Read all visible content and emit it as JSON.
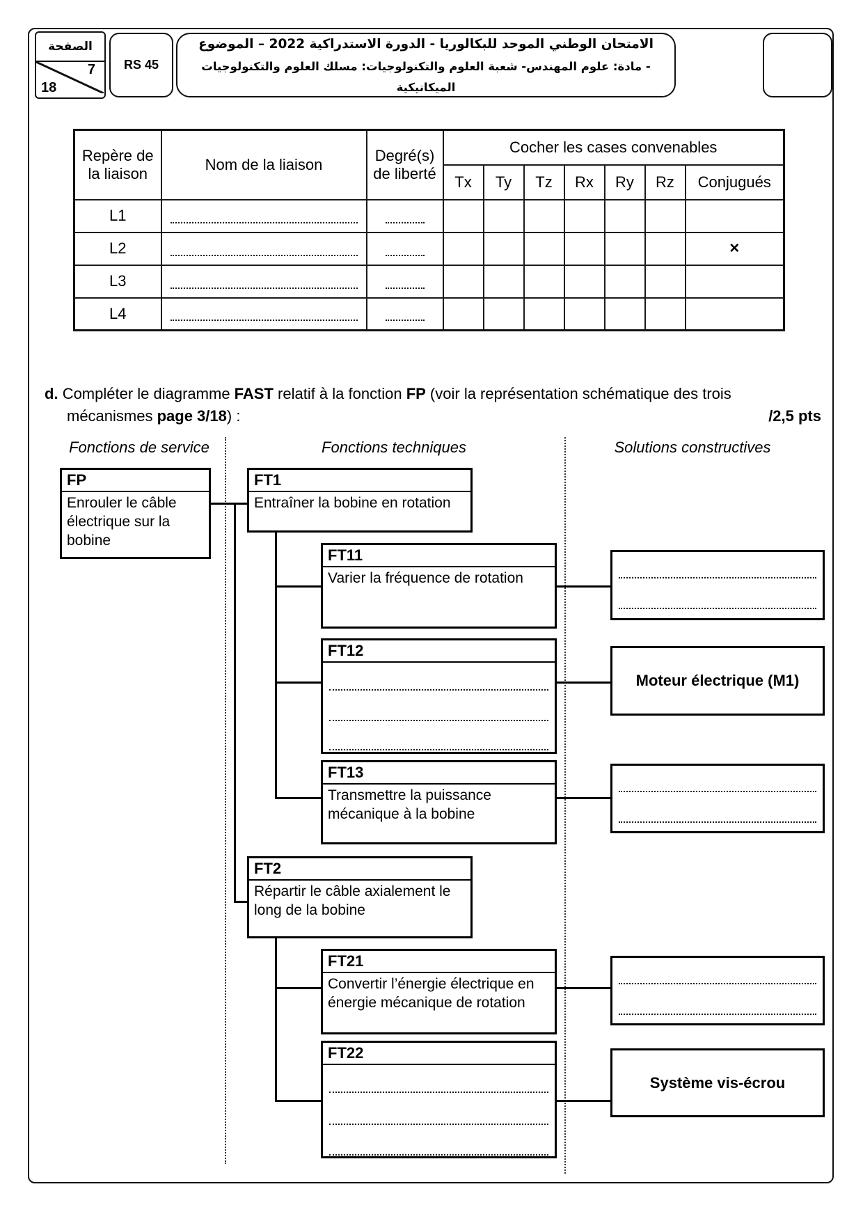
{
  "header": {
    "page_word": "الصفحة",
    "page_current": "7",
    "page_total": "18",
    "code": "RS 45",
    "title_line1": "الامتحان الوطني الموحد للبكالوريا - الدورة الاستدراكية 2022 – الموضوع",
    "title_line2": "- مادة: علوم المهندس- شعبة العلوم والتكنولوجيات: مسلك العلوم والتكنولوجيات الميكانيكية"
  },
  "table": {
    "col_repere": "Repère de la liaison",
    "col_nom": "Nom de la liaison",
    "col_degre": "Degré(s) de liberté",
    "col_group": "Cocher les cases convenables",
    "dof_headers": [
      "Tx",
      "Ty",
      "Tz",
      "Rx",
      "Ry",
      "Rz",
      "Conjugués"
    ],
    "rows": [
      {
        "label": "L1",
        "conjugues": ""
      },
      {
        "label": "L2",
        "conjugues": "×"
      },
      {
        "label": "L3",
        "conjugues": ""
      },
      {
        "label": "L4",
        "conjugues": ""
      }
    ]
  },
  "task": {
    "letter": "d.",
    "seg1": "Compléter le diagramme ",
    "bold1": "FAST",
    "seg2": " relatif à la fonction ",
    "bold2": "FP",
    "seg3": " (voir la représentation schématique des trois",
    "line2_seg1": "mécanismes ",
    "line2_bold": "page 3/18",
    "line2_seg2": ") :",
    "points": "/2,5 pts"
  },
  "diagram": {
    "col_service": "Fonctions de service",
    "col_techniques": "Fonctions techniques",
    "col_solutions": "Solutions constructives",
    "fp": {
      "id": "FP",
      "text": "Enrouler le câble électrique sur la bobine"
    },
    "ft1": {
      "id": "FT1",
      "text": "Entraîner la bobine en rotation"
    },
    "ft11": {
      "id": "FT11",
      "text": "Varier la fréquence de rotation"
    },
    "ft12": {
      "id": "FT12"
    },
    "ft13": {
      "id": "FT13",
      "text": "Transmettre la puissance mécanique à la bobine"
    },
    "ft2": {
      "id": "FT2",
      "text": "Répartir le câble axialement le long de la bobine"
    },
    "ft21": {
      "id": "FT21",
      "text": "Convertir l’énergie électrique en énergie mécanique de rotation"
    },
    "ft22": {
      "id": "FT22"
    },
    "sol_moteur": "Moteur électrique (M1)",
    "sol_vis": "Système vis-écrou"
  }
}
